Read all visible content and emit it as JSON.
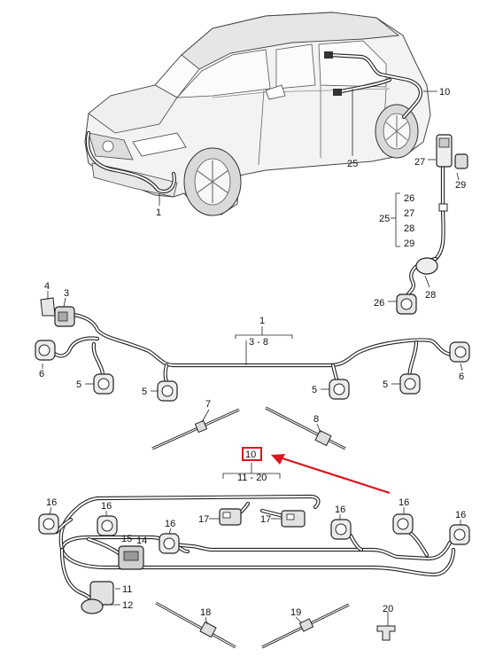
{
  "colors": {
    "highlight": "#e0141e",
    "ink": "#111111",
    "car_body": "#f2f2f2"
  },
  "labels": {
    "car": {
      "n1": "1",
      "n10": "10",
      "n25": "25",
      "n27": "27",
      "n29": "29"
    },
    "group25": {
      "r26": "26",
      "r27": "27",
      "r28": "28",
      "r29": "29",
      "head": "25"
    },
    "side": {
      "n26": "26",
      "n28": "28"
    },
    "front": {
      "n4": "4",
      "n3": "3",
      "n1": "1",
      "range": "3 - 8",
      "n6a": "6",
      "n6b": "6",
      "n5a": "5",
      "n5b": "5",
      "n5c": "5",
      "n5d": "5",
      "n7": "7",
      "n8": "8"
    },
    "rear": {
      "n10": "10",
      "range": "11 - 20",
      "n16a": "16",
      "n16b": "16",
      "n16c": "16",
      "n16d": "16",
      "n16e": "16",
      "n16f": "16",
      "n17a": "17",
      "n17b": "17",
      "n15": "15",
      "n14": "14",
      "n11": "11",
      "n12": "12",
      "n18": "18",
      "n19": "19",
      "n20": "20"
    }
  }
}
